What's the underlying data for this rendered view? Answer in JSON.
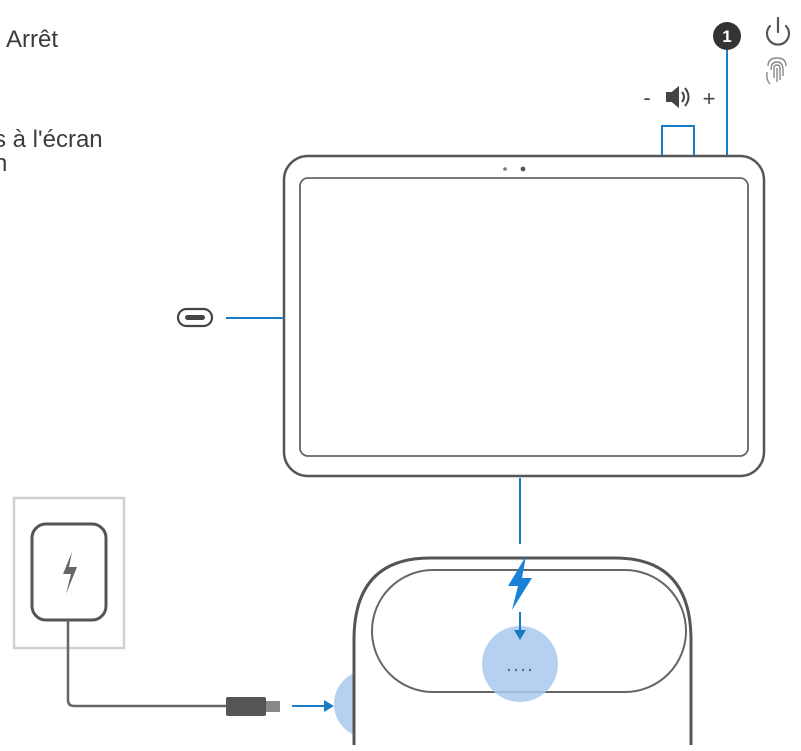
{
  "labels": {
    "power_off": "Arrêt",
    "screen_line1": "s à l'écran",
    "screen_line2": "n",
    "callout_number": "1",
    "volume_minus": "-",
    "volume_plus": "+"
  },
  "icons": [
    "power-icon",
    "fingerprint-icon",
    "volume-icon",
    "usb-c-port-icon",
    "charging-bolt-icon",
    "power-adapter-icon",
    "usb-cable-plug-icon"
  ],
  "colors": {
    "device_line": "#555555",
    "accent_line": "#1a7bc6",
    "bolt": "#1a82d6",
    "highlight": "#a9c8ec",
    "device_fill": "#ffffff",
    "wall_plate": "#dcdcdc"
  }
}
